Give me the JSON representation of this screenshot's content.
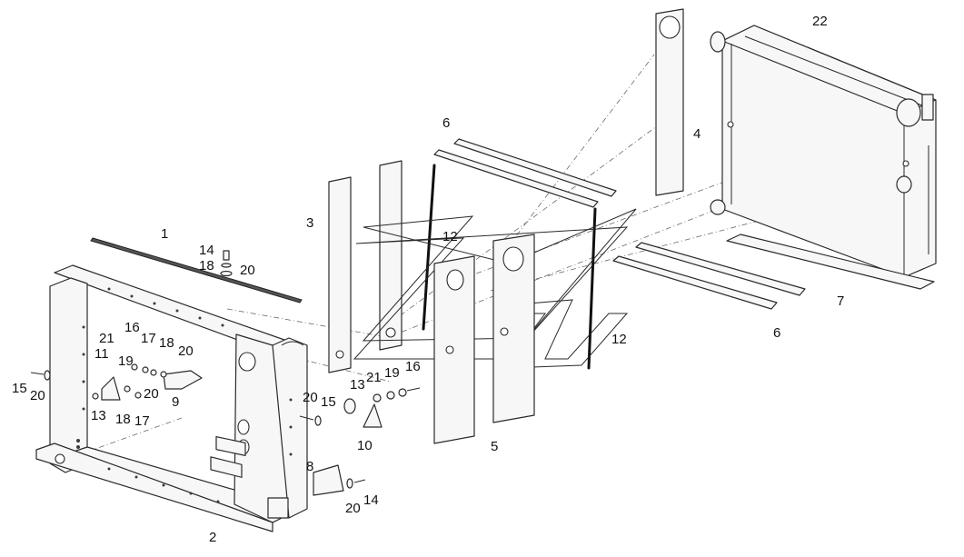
{
  "callouts": {
    "c1": "1",
    "c2": "2",
    "c3": "3",
    "c4": "4",
    "c5": "5",
    "c6a": "6",
    "c6b": "6",
    "c7": "7",
    "c8": "8",
    "c9": "9",
    "c10": "10",
    "c11": "11",
    "c12a": "12",
    "c12b": "12",
    "c13a": "13",
    "c13b": "13",
    "c14a": "14",
    "c14b": "14",
    "c15a": "15",
    "c15b": "15",
    "c16a": "16",
    "c16b": "16",
    "c17a": "17",
    "c17b": "17",
    "c18a": "18",
    "c18b": "18",
    "c18c": "18",
    "c19a": "19",
    "c19b": "19",
    "c20a": "20",
    "c20b": "20",
    "c20c": "20",
    "c20d": "20",
    "c20e": "20",
    "c20f": "20",
    "c21a": "21",
    "c21b": "21",
    "c22": "22"
  }
}
